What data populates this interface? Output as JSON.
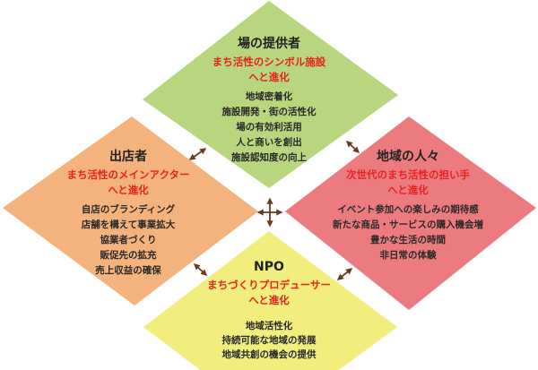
{
  "colors": {
    "provider": "#b7d67d",
    "shop": "#f4b27c",
    "people": "#ec7b80",
    "npo": "#f2ee7e",
    "arrow": "#6b3a1f",
    "accent": "#e8221e"
  },
  "nodes": {
    "provider": {
      "title": "場の提供者",
      "sub": [
        "まち活性のシンボル施設",
        "へと進化"
      ],
      "items": [
        "地域密着化",
        "施設開発・街の活性化",
        "場の有効利活用",
        "人と商いを創出",
        "施設認知度の向上"
      ]
    },
    "shop": {
      "title": "出店者",
      "sub": [
        "まち活性のメインアクター",
        "へと進化"
      ],
      "items": [
        "自店のブランディング",
        "店舗を構えて事業拡大",
        "協業者づくり",
        "販促先の拡充",
        "売上収益の確保"
      ]
    },
    "people": {
      "title": "地域の人々",
      "sub": [
        "次世代のまち活性の担い手",
        "へと進化"
      ],
      "items": [
        "イベント参加への楽しみの期待感",
        "新たな商品・サービスの購入機会増",
        "豊かな生活の時間",
        "非日常の体験"
      ]
    },
    "npo": {
      "title": "NPO",
      "sub": [
        "まちづくりプロデューサー",
        "へと進化"
      ],
      "items": [
        "地域活性化",
        "持続可能な地域の発展",
        "地域共創の機会の提供"
      ]
    }
  }
}
